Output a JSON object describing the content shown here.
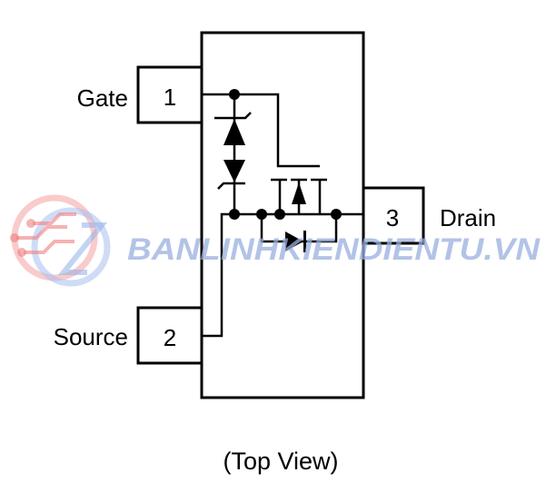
{
  "pins": [
    {
      "number": "1",
      "name": "Gate"
    },
    {
      "number": "2",
      "name": "Source"
    },
    {
      "number": "3",
      "name": "Drain"
    }
  ],
  "caption": "(Top View)",
  "watermark": {
    "text": "BANLINHKIENDIENTU.VN"
  },
  "colors": {
    "line": "#000000",
    "watermark_text": "#9ab0e0",
    "watermark_logo_red": "#f08080",
    "watermark_logo_blue": "#8fb0e8"
  }
}
